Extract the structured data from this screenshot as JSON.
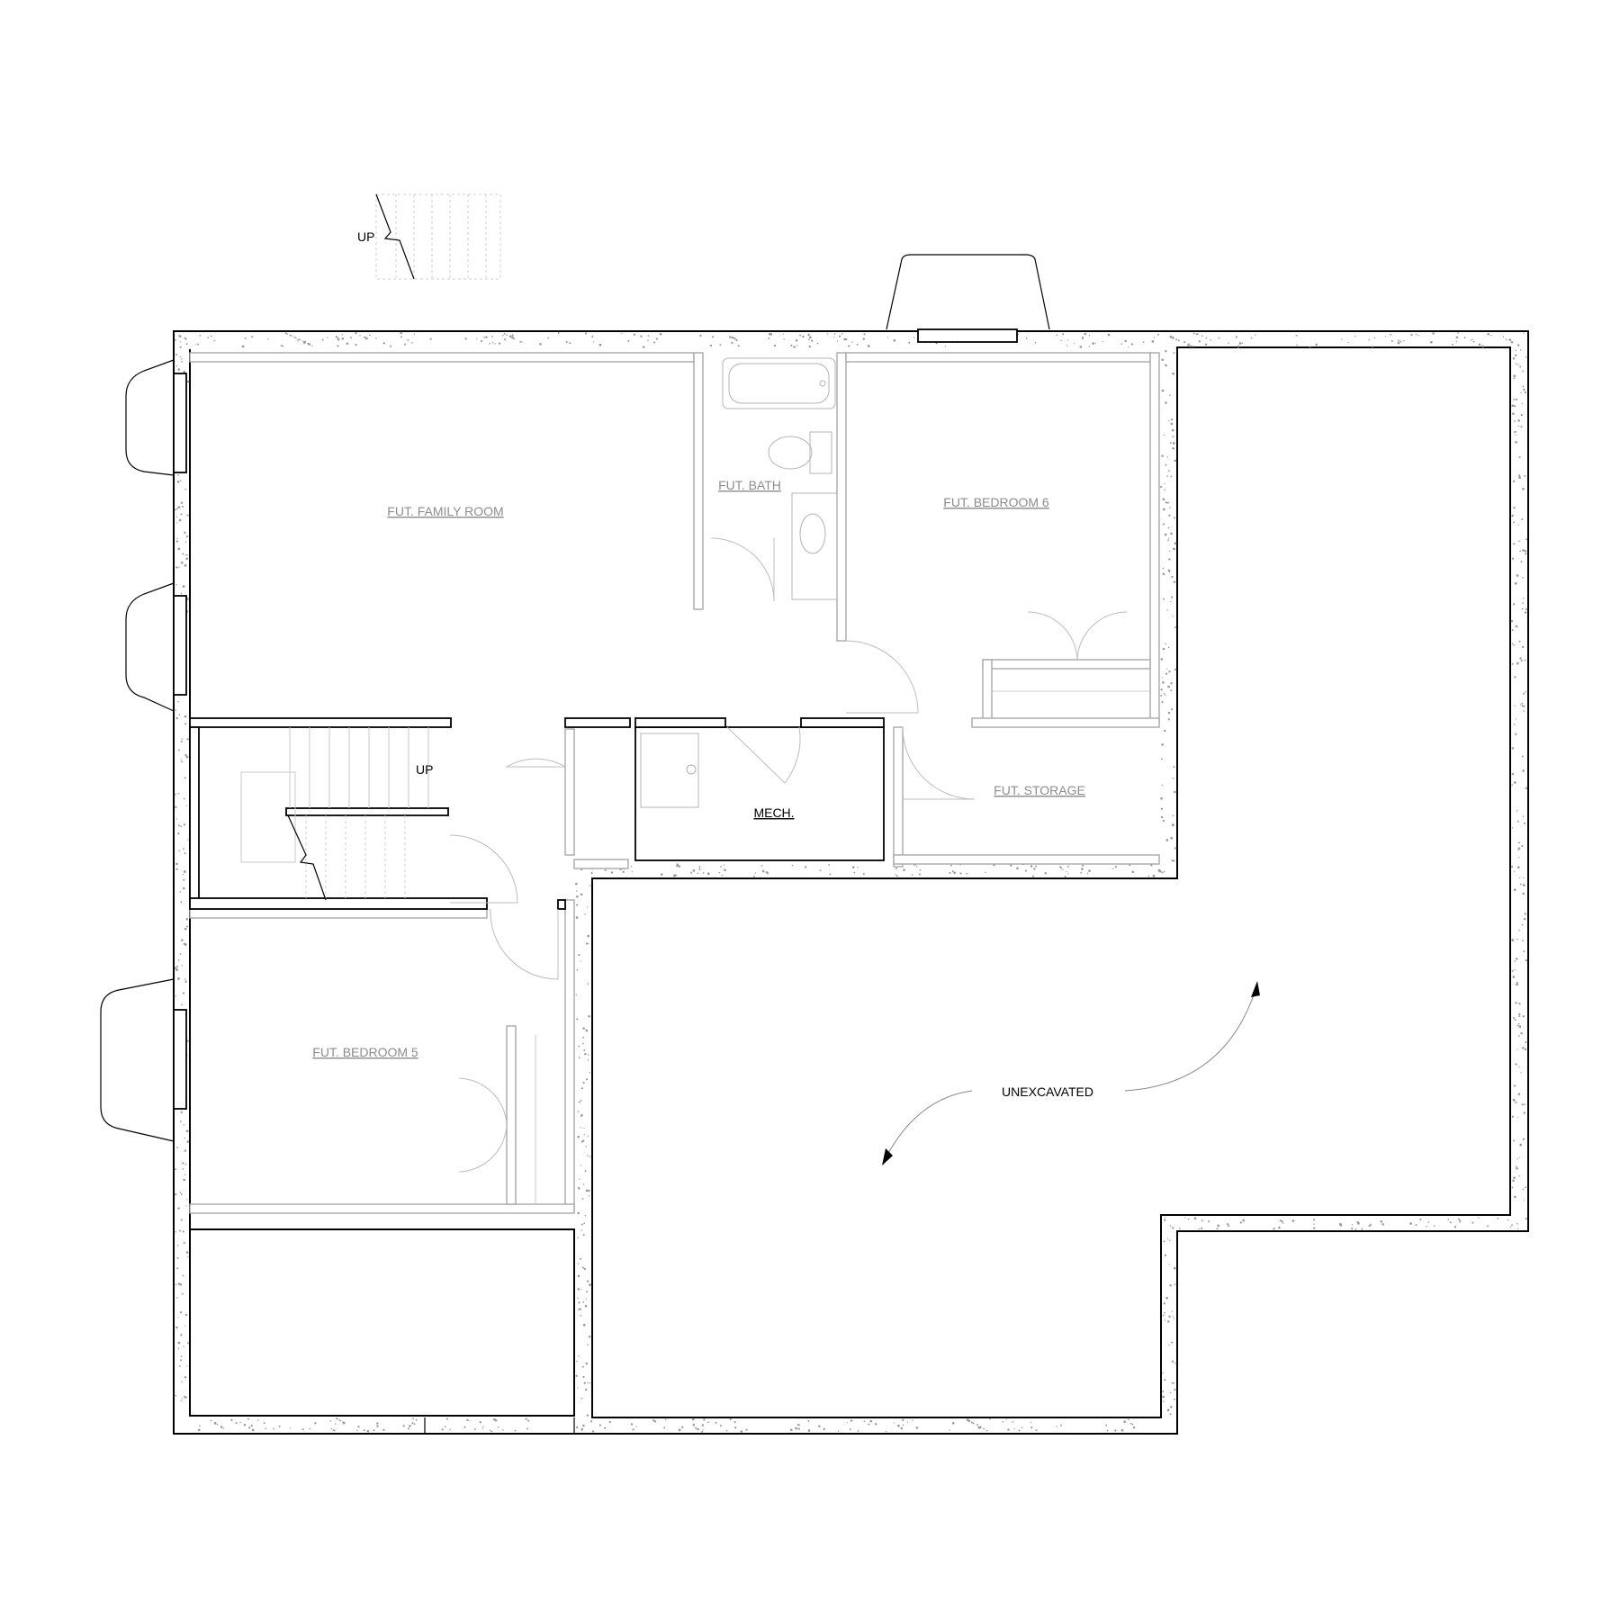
{
  "rooms": {
    "family_room": "FUT. FAMILY ROOM",
    "bath": "FUT. BATH",
    "bedroom_6": "FUT. BEDROOM 6",
    "bedroom_5": "FUT. BEDROOM 5",
    "storage": "FUT. STORAGE",
    "mech": "MECH."
  },
  "annotations": {
    "unexcavated": "UNEXCAVATED",
    "stair_up_main": "UP",
    "stair_up_exterior": "UP"
  }
}
